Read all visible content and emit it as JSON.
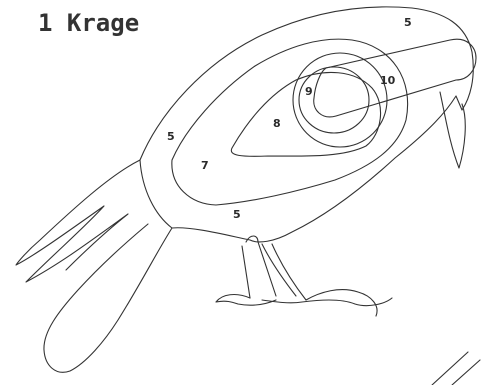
{
  "title": "1 Krage",
  "regions": {
    "r_head": "5",
    "r_beak": "10",
    "r_eye": "9",
    "r_inner": "8",
    "r_mid": "7",
    "r_shoulder": "5",
    "r_breast": "5"
  },
  "colors": {
    "line": "#333333",
    "background": "#ffffff"
  }
}
